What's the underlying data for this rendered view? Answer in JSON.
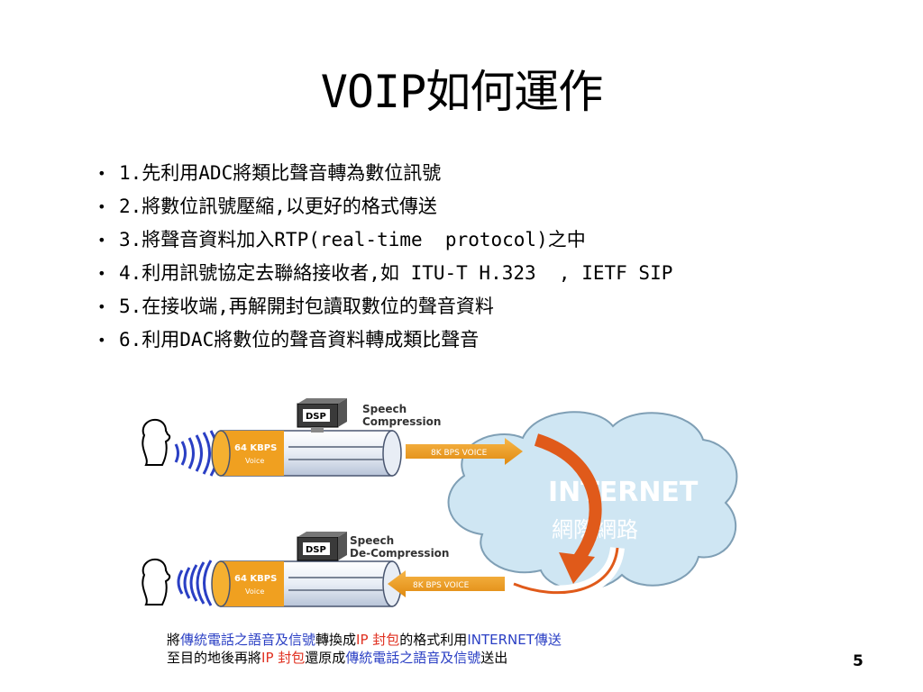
{
  "title": "VOIP如何運作",
  "bullets": [
    "1.先利用ADC將類比聲音轉為數位訊號",
    "2.將數位訊號壓縮,以更好的格式傳送",
    "3.將聲音資料加入RTP(real-time  protocol)之中",
    "4.利用訊號協定去聯絡接收者,如 ITU-T H.323  , IETF SIP",
    "5.在接收端,再解開封包讀取數位的聲音資料",
    "6.利用DAC將數位的聲音資料轉成類比聲音"
  ],
  "bullet_symbol": "•",
  "diagram": {
    "dsp_label": "DSP",
    "top_caption_1": "Speech",
    "top_caption_2": "Compression",
    "bottom_caption_1": "Speech",
    "bottom_caption_2": "De-Compression",
    "pipe_rate": "64 KBPS",
    "pipe_sub": "Voice",
    "arrow_label": "8K BPS VOICE",
    "cloud_title": "INTERNET",
    "cloud_sub": "網際網路",
    "colors": {
      "orange": "#f0a020",
      "cloud": "#cfe6f3",
      "arrow_red": "#e05a1a"
    }
  },
  "caption": {
    "line1": [
      "將",
      "傳統電話之語音及信號",
      "轉換成",
      "IP 封包",
      "的格式利用",
      "INTERNET傳送"
    ],
    "line2": [
      "至目的地後再將",
      "IP 封包",
      "還原成",
      "傳統電話之語音及信號",
      "送出"
    ]
  },
  "page_number": "5"
}
